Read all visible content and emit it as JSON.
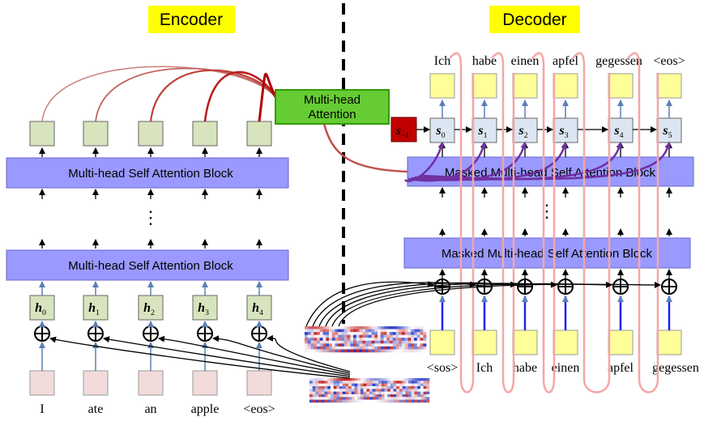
{
  "encoder": {
    "title": "Encoder",
    "inputs": [
      "I",
      "ate",
      "an",
      "apple",
      "<eos>"
    ],
    "hidden_labels": [
      {
        "base": "h",
        "sub": "0"
      },
      {
        "base": "h",
        "sub": "1"
      },
      {
        "base": "h",
        "sub": "2"
      },
      {
        "base": "h",
        "sub": "3"
      },
      {
        "base": "h",
        "sub": "4"
      }
    ],
    "lower_block": "Multi-head Self Attention Block",
    "upper_block": "Multi-head Self Attention Block",
    "ellipsis": "⋮"
  },
  "cross_attention": {
    "label_line1": "Multi-head",
    "label_line2": "Attention"
  },
  "decoder": {
    "title": "Decoder",
    "inputs": [
      "<sos>",
      "Ich",
      "habe",
      "einen",
      "apfel",
      "gegessen"
    ],
    "outputs": [
      "Ich",
      "habe",
      "einen",
      "apfel",
      "gegessen",
      "<eos>"
    ],
    "initial_state": {
      "base": "s",
      "sub": "−1"
    },
    "states": [
      {
        "base": "s",
        "sub": "0"
      },
      {
        "base": "s",
        "sub": "1"
      },
      {
        "base": "s",
        "sub": "2"
      },
      {
        "base": "s",
        "sub": "3"
      },
      {
        "base": "s",
        "sub": "4"
      },
      {
        "base": "s",
        "sub": "5"
      }
    ],
    "lower_block": "Masked Multi-head Self Attention Block",
    "upper_block": "Masked Multi-head Self Attention Block",
    "ellipsis": "⋮"
  },
  "colors": {
    "title_bg": "#ffff00",
    "block_fill": "#9999ff",
    "encoder_box": "#d7e4bd",
    "input_box": "#f2dcdb",
    "output_box": "#ffff99",
    "state_box": "#dce6f2",
    "initial_state": "#c00000",
    "attention_fill": "#66cc33",
    "cross_curve": "#c0504d",
    "self_curve": "#7030a0",
    "loop_curve": "#f4a6a6",
    "pos_arrow": "#2222ee"
  }
}
